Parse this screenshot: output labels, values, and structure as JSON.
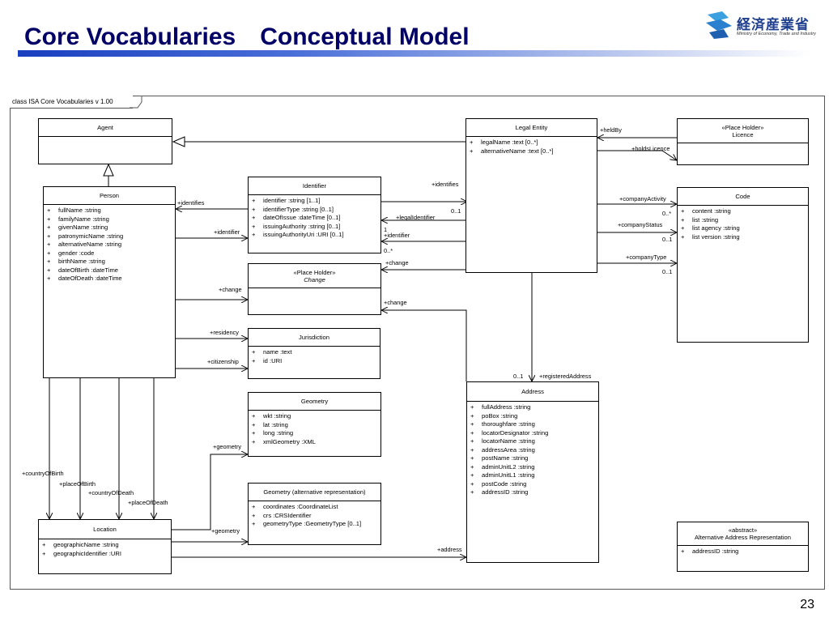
{
  "header": {
    "title": "Core Vocabularies　Conceptual Model",
    "logo_jp": "経済産業省",
    "logo_en": "Ministry of Economy, Trade and Industry"
  },
  "diagram": {
    "frame_label": "class ISA Core Vocabularies v 1.00",
    "classes": {
      "agent": {
        "name": "Agent"
      },
      "person": {
        "name": "Person",
        "attrs": [
          "fullName  :string",
          "familyName  :string",
          "givenName  :string",
          "patronymicName  :string",
          "alternativeName  :string",
          "gender  :code",
          "birthName  :string",
          "dateOfBirth  :dateTime",
          "dateOfDeath  :dateTime"
        ]
      },
      "identifier": {
        "name": "Identifier",
        "attrs": [
          "identifier  :string [1..1]",
          "identifierType  :string [0..1]",
          "dateOfIssue  :dateTime [0..1]",
          "issuingAuthority  :string [0..1]",
          "issuingAuthorityUri  :URI [0..1]"
        ]
      },
      "change": {
        "stereo": "«Place Holder»",
        "name": "Change"
      },
      "jurisdiction": {
        "name": "Jurisdiction",
        "attrs": [
          "name  :text",
          "id  :URI"
        ]
      },
      "geometry": {
        "name": "Geometry",
        "attrs": [
          "wkt  :string",
          "lat  :string",
          "long  :string",
          "xmlGeometry  :XML"
        ]
      },
      "geometry_alt": {
        "name": "Geometry (alternative representation)",
        "attrs": [
          "coordinates  :CoordinateList",
          "crs  :CRSIdentifier",
          "geometryType  :GeometryType [0..1]"
        ]
      },
      "location": {
        "name": "Location",
        "attrs": [
          "geographicName  :string",
          "geographicIdentifier  :URI"
        ]
      },
      "legal_entity": {
        "name": "Legal Entity",
        "attrs": [
          "legalName  :text [0..*]",
          "alternativeName  :text [0..*]"
        ]
      },
      "licence": {
        "stereo": "«Place Holder»",
        "name": "Licence"
      },
      "code": {
        "name": "Code",
        "attrs": [
          "content  :string",
          "list  :string",
          "list agency  :string",
          "list version  :string"
        ]
      },
      "address": {
        "name": "Address",
        "attrs": [
          "fullAddress  :string",
          "poBox  :string",
          "thoroughfare  :string",
          "locatorDesignator  :string",
          "locatorName  :string",
          "addressArea  :string",
          "postName  :string",
          "adminUnitL2  :string",
          "adminUnitL1  :string",
          "postCode  :string",
          "addressID  :string"
        ]
      },
      "alt_address": {
        "stereo": "«abstract»",
        "name": "Alternative Address Representation",
        "attrs": [
          "addressID  :string"
        ]
      }
    },
    "plus": "+",
    "labels": {
      "identifies_person": "+identifies",
      "identifier_person": "+identifier",
      "change_person": "+change",
      "residency": "+residency",
      "citizenship": "+citizenship",
      "geometry_1": "+geometry",
      "geometry_2": "+geometry",
      "country_of_birth": "+countryOfBirth",
      "place_of_birth": "+placeOfBirth",
      "country_of_death": "+countryOfDeath",
      "place_of_death": "+placeOfDeath",
      "address": "+address",
      "identifies_le": "+identifies",
      "mult_01_a": "0..1",
      "legal_identifier": "+legalIdentifier",
      "plus_1": "1",
      "identifier_le": "+identifier",
      "mult_0star_a": "0..*",
      "change_le_1": "+change",
      "change_le_2": "+change",
      "held_by": "+heldBy",
      "holds_licence": "+holdsLicence",
      "company_activity": "+companyActivity",
      "mult_0star_b": "0..*",
      "company_status": "+companyStatus",
      "mult_01_b": "0..1",
      "company_type": "+companyType",
      "mult_01_c": "0..1",
      "mult_01_d": "0..1",
      "registered_address": "+registeredAddress"
    }
  },
  "footer": {
    "page_number": "23"
  }
}
